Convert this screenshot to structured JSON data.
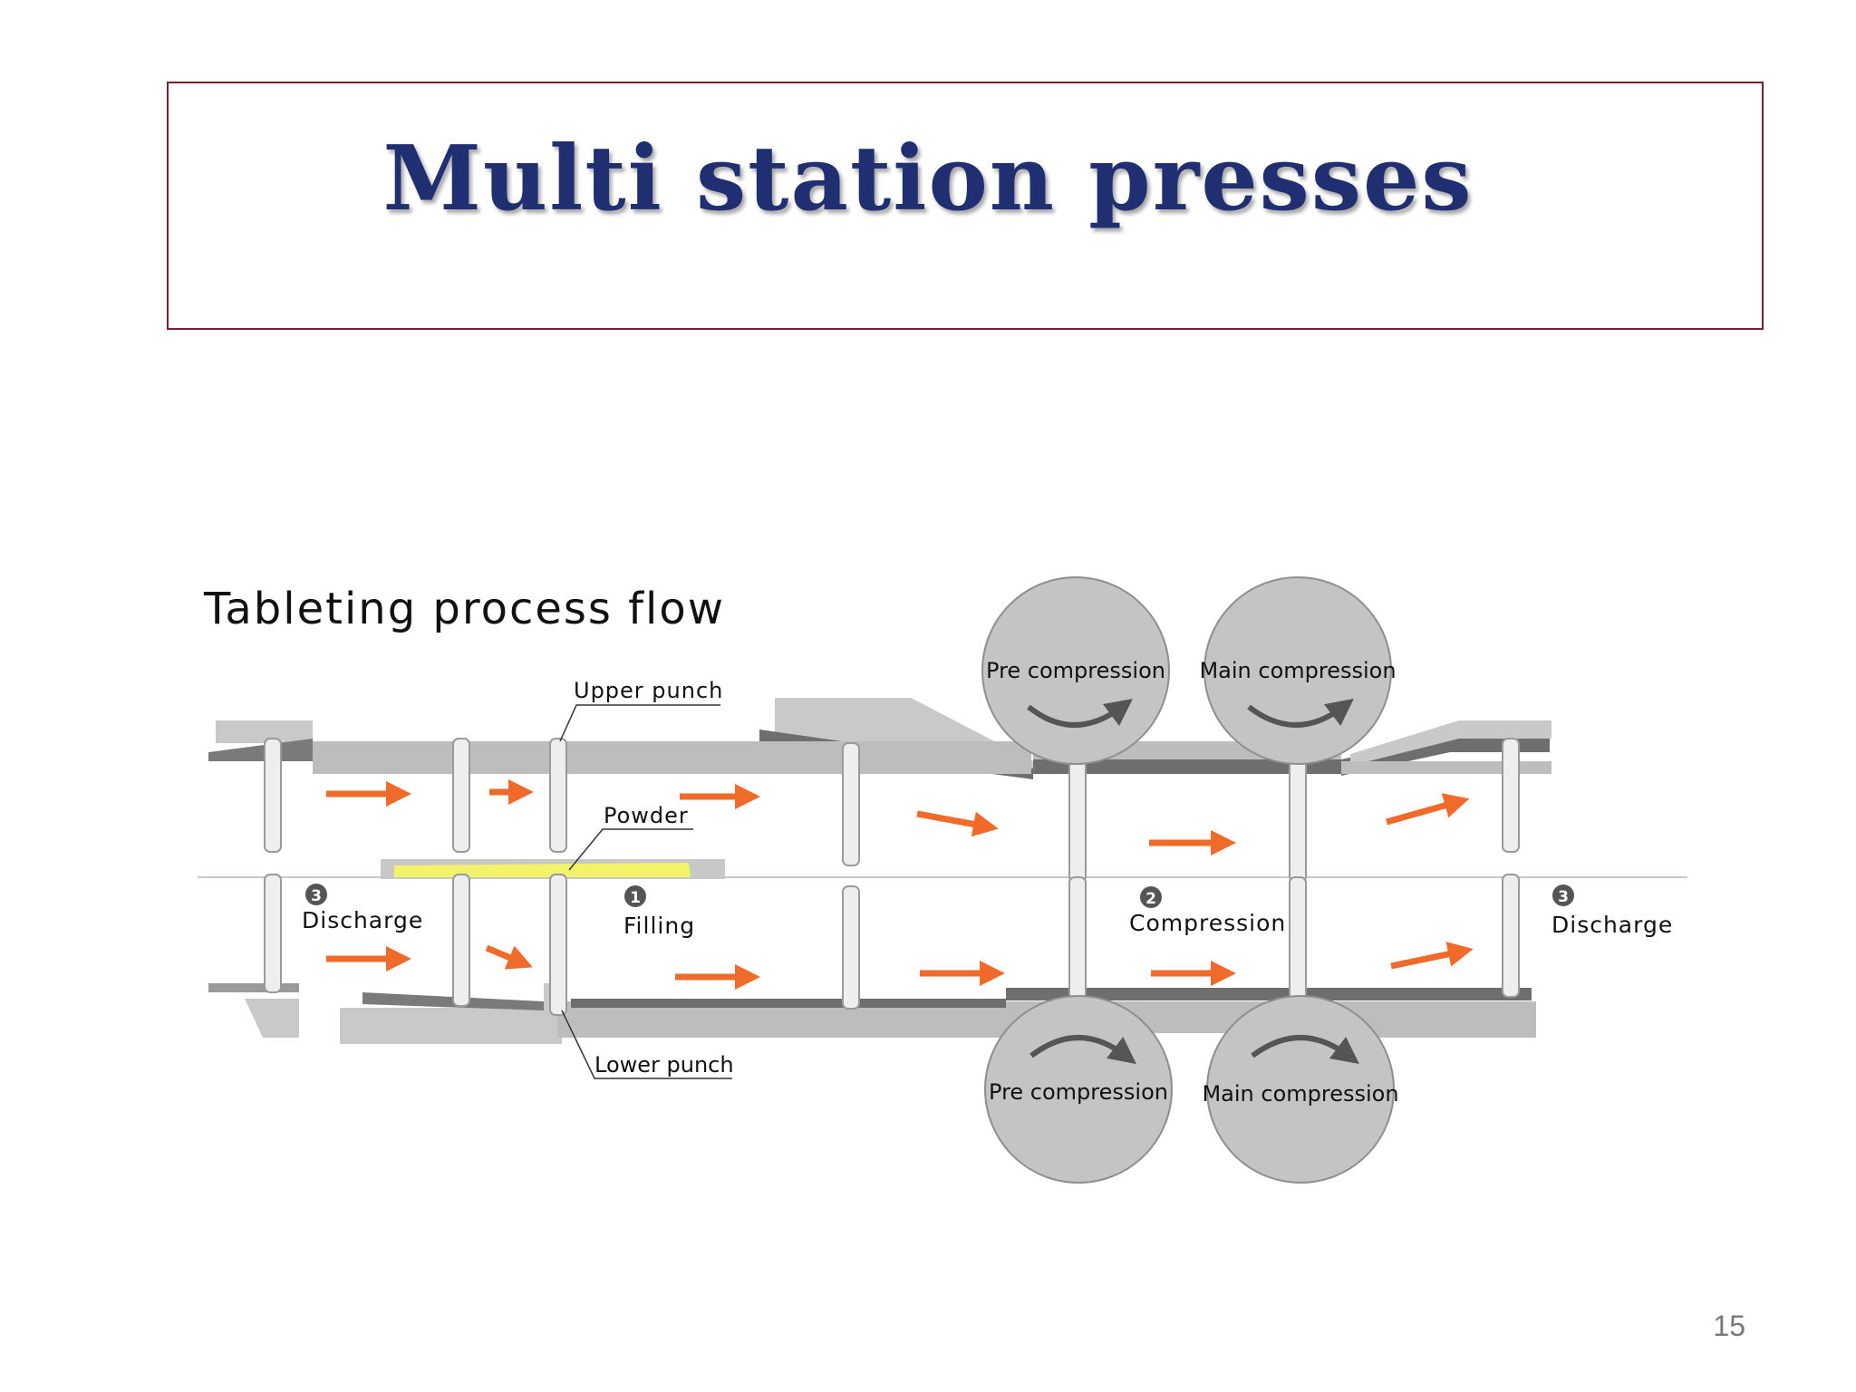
{
  "slide": {
    "title": "Multi station presses",
    "page_number": "15"
  },
  "diagram": {
    "heading": "Tableting process flow",
    "labels": {
      "upper_punch": "Upper punch",
      "powder": "Powder",
      "lower_punch": "Lower punch",
      "discharge_left": "Discharge",
      "filling": "Filling",
      "compression": "Compression",
      "discharge_right": "Discharge"
    },
    "step_markers": {
      "discharge_left": "3",
      "filling": "1",
      "compression": "2",
      "discharge_right": "3"
    },
    "rollers": {
      "upper_pre": "Pre compression",
      "upper_main": "Main compression",
      "lower_pre": "Pre compression",
      "lower_main": "Main compression"
    },
    "colors": {
      "arrow": "#f06a2a",
      "rail": "#bdbdbd",
      "rail_dark": "#6e6e6e",
      "roller": "#c4c4c4",
      "powder": "#f3f36a"
    }
  }
}
